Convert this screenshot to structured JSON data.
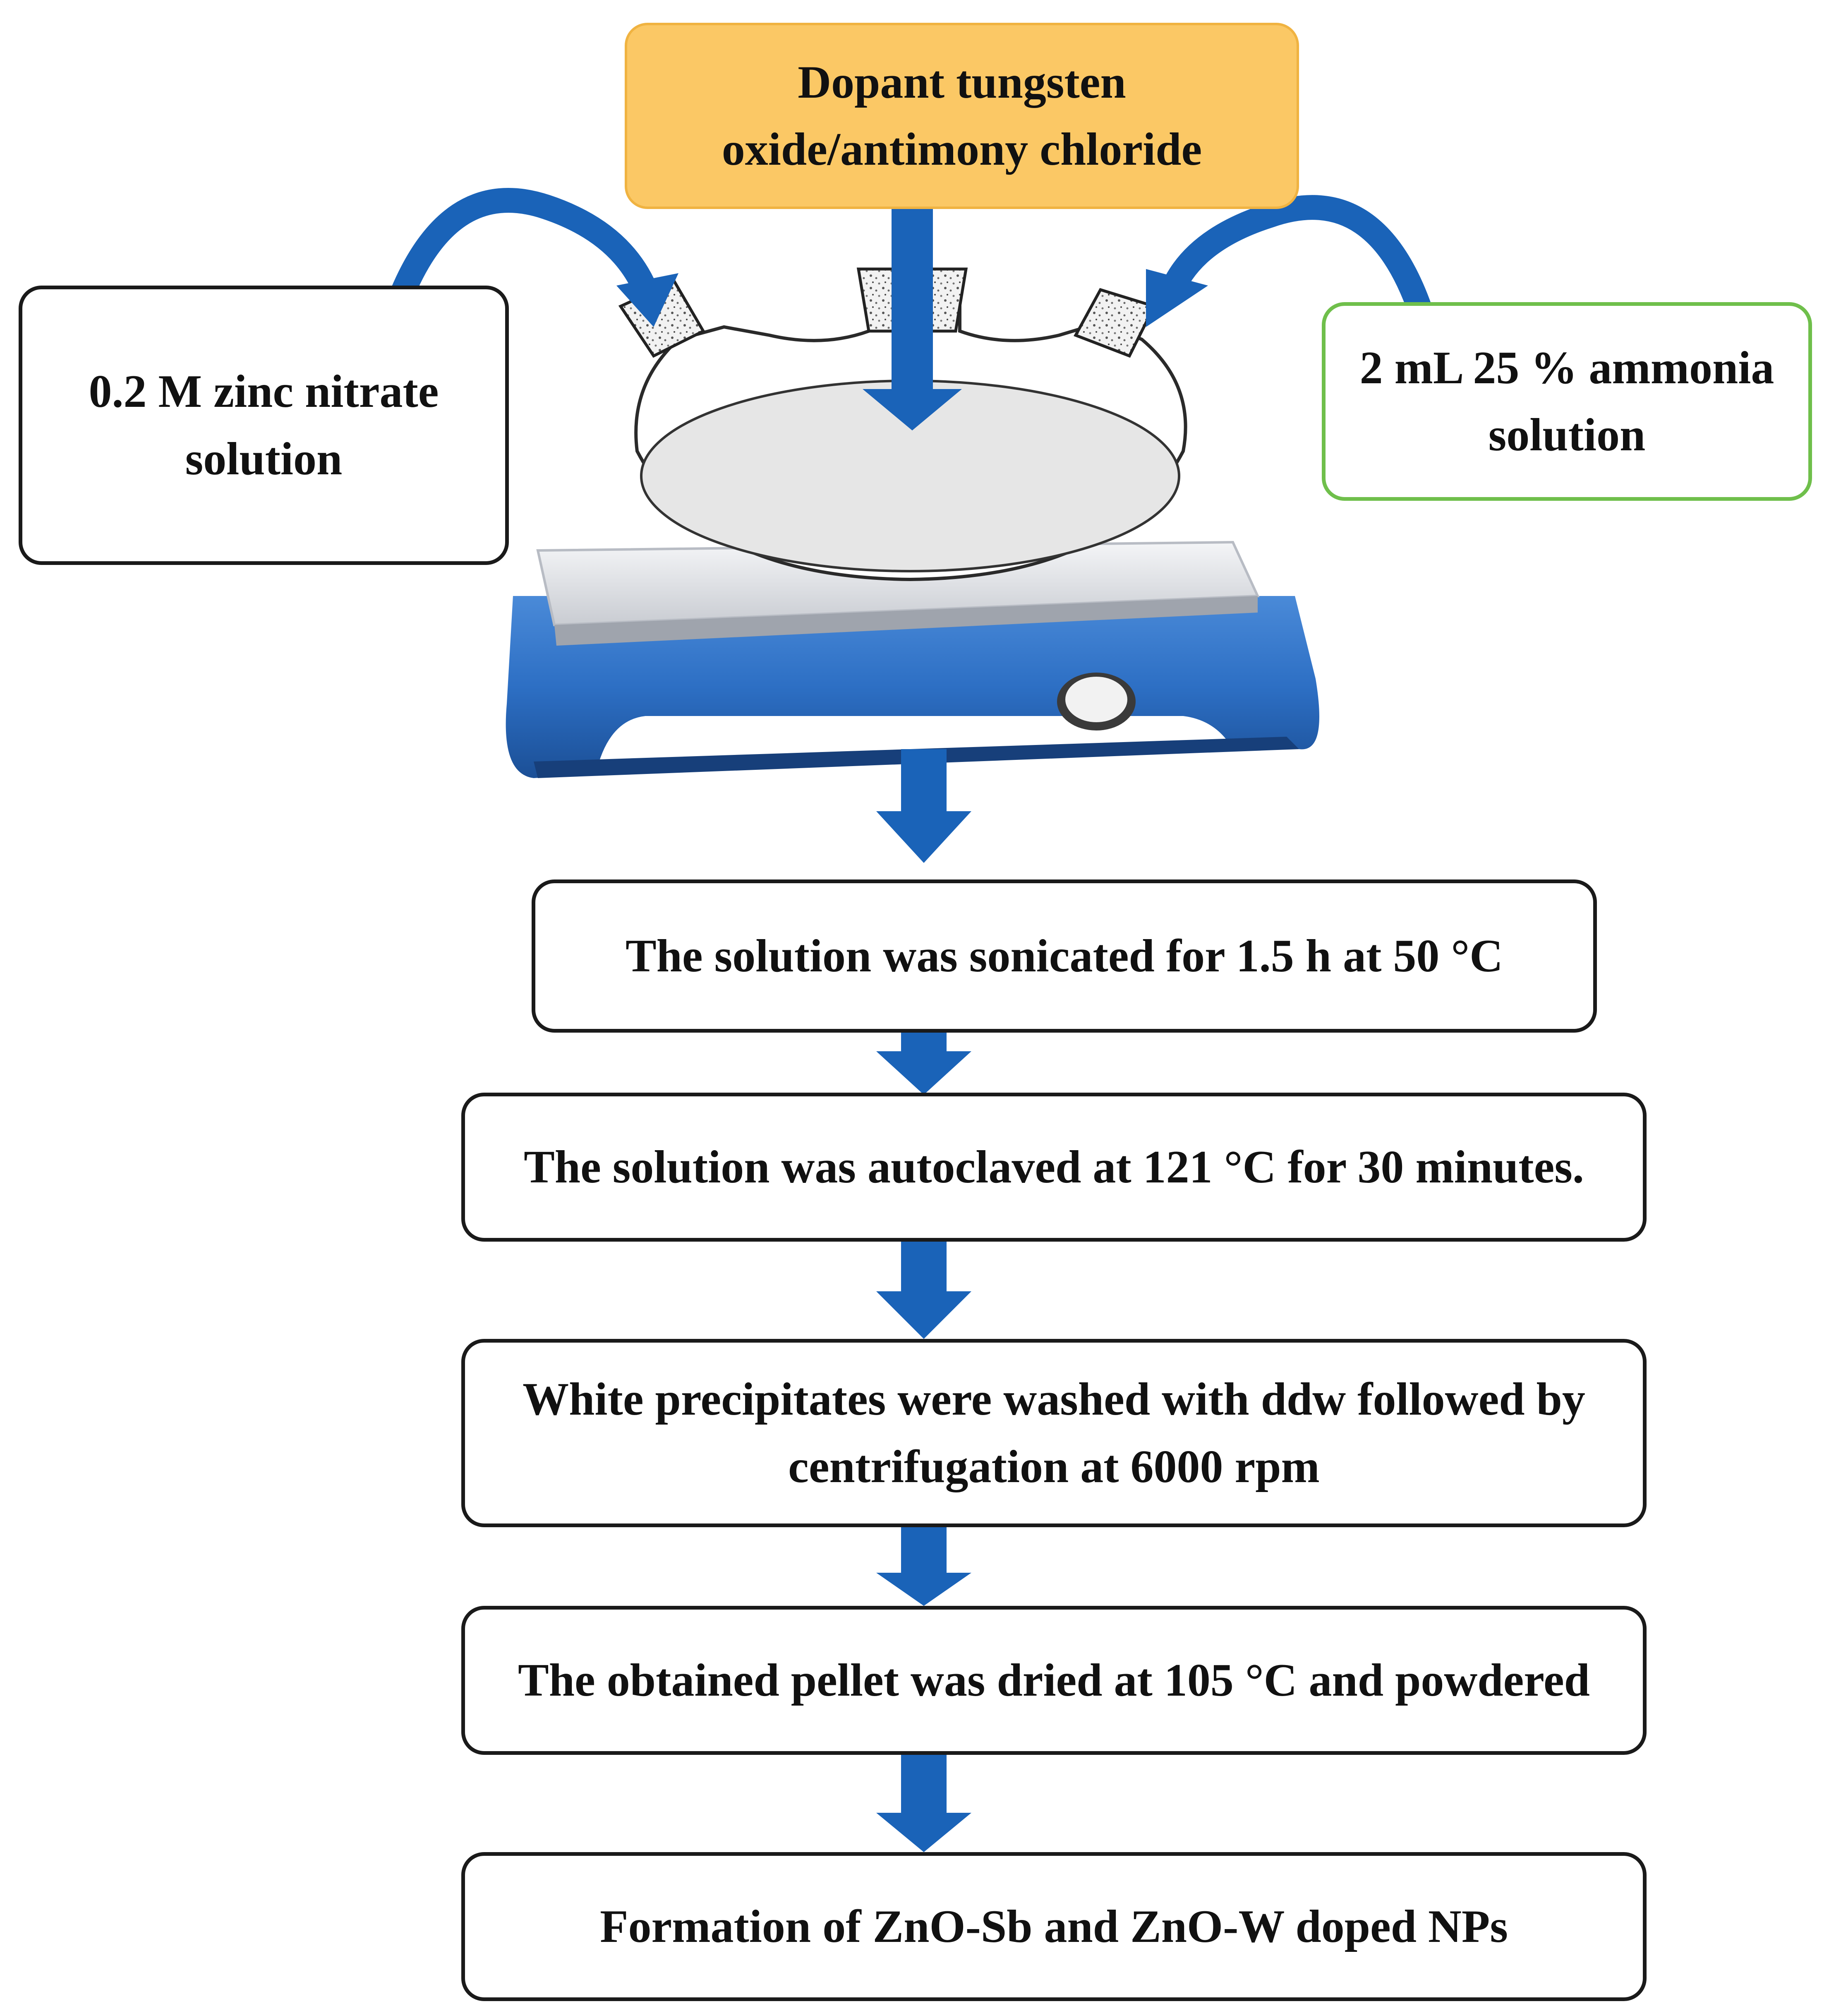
{
  "diagram": {
    "dopant": {
      "line1": "Dopant tungsten",
      "line2": "oxide/antimony chloride"
    },
    "zinc": {
      "line1": "0.2 M zinc nitrate",
      "line2": "solution"
    },
    "ammonia": {
      "line1": "2 mL 25 % ammonia",
      "line2": "solution"
    },
    "steps": [
      {
        "line1": "The solution was sonicated for 1.5 h at 50 °C"
      },
      {
        "line1": "The solution was autoclaved at 121 °C for 30 minutes."
      },
      {
        "line1": "White precipitates were washed with ddw followed by",
        "line2": "centrifugation at 6000 rpm"
      },
      {
        "line1": "The obtained pellet was dried at 105 °C and powdered"
      },
      {
        "line1": "Formation of ZnO-Sb and ZnO-W doped NPs"
      }
    ],
    "colors": {
      "arrow": "#1a63b8",
      "dopant_fill": "#fbc865",
      "ammonia_border": "#6fbf4b",
      "stirrer_body": "#2d6fc4",
      "flask_fill": "#e6e6e6"
    }
  }
}
